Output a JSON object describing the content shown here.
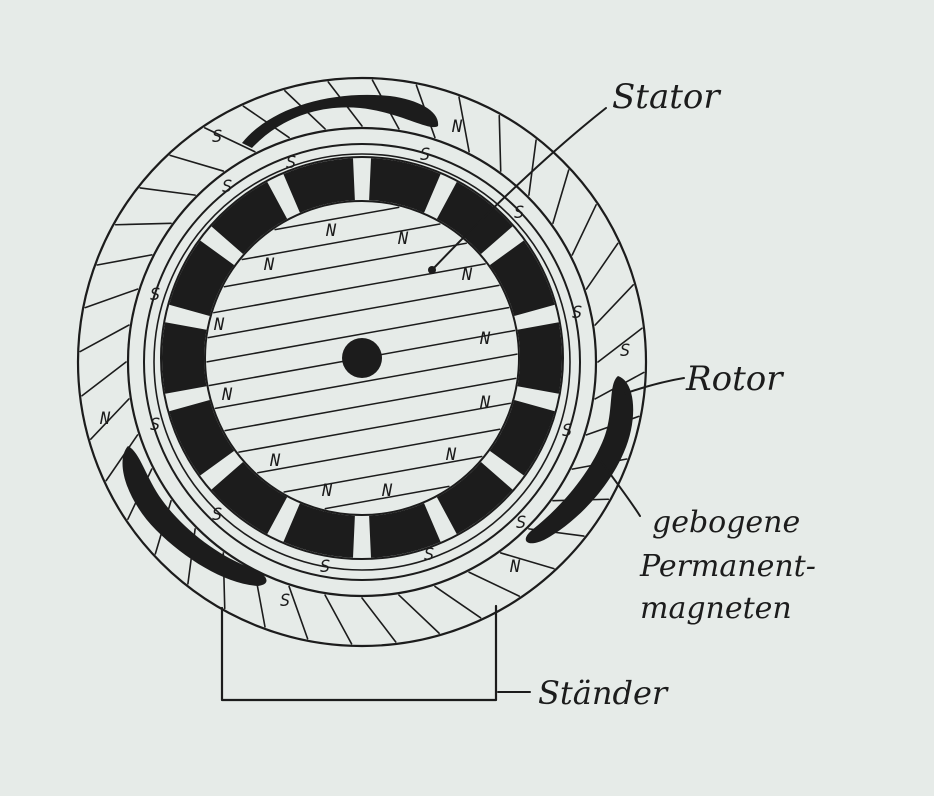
{
  "labels": {
    "stator": "Stator",
    "rotor": "Rotor",
    "magnets_line1": "gebogene",
    "magnets_line2": "Permanent-",
    "magnets_line3": "magneten",
    "stand": "Ständer"
  },
  "poles": {
    "south": "S",
    "north": "N"
  },
  "colors": {
    "ink": "#1c1c1c",
    "paper": "#e6ebe8"
  }
}
